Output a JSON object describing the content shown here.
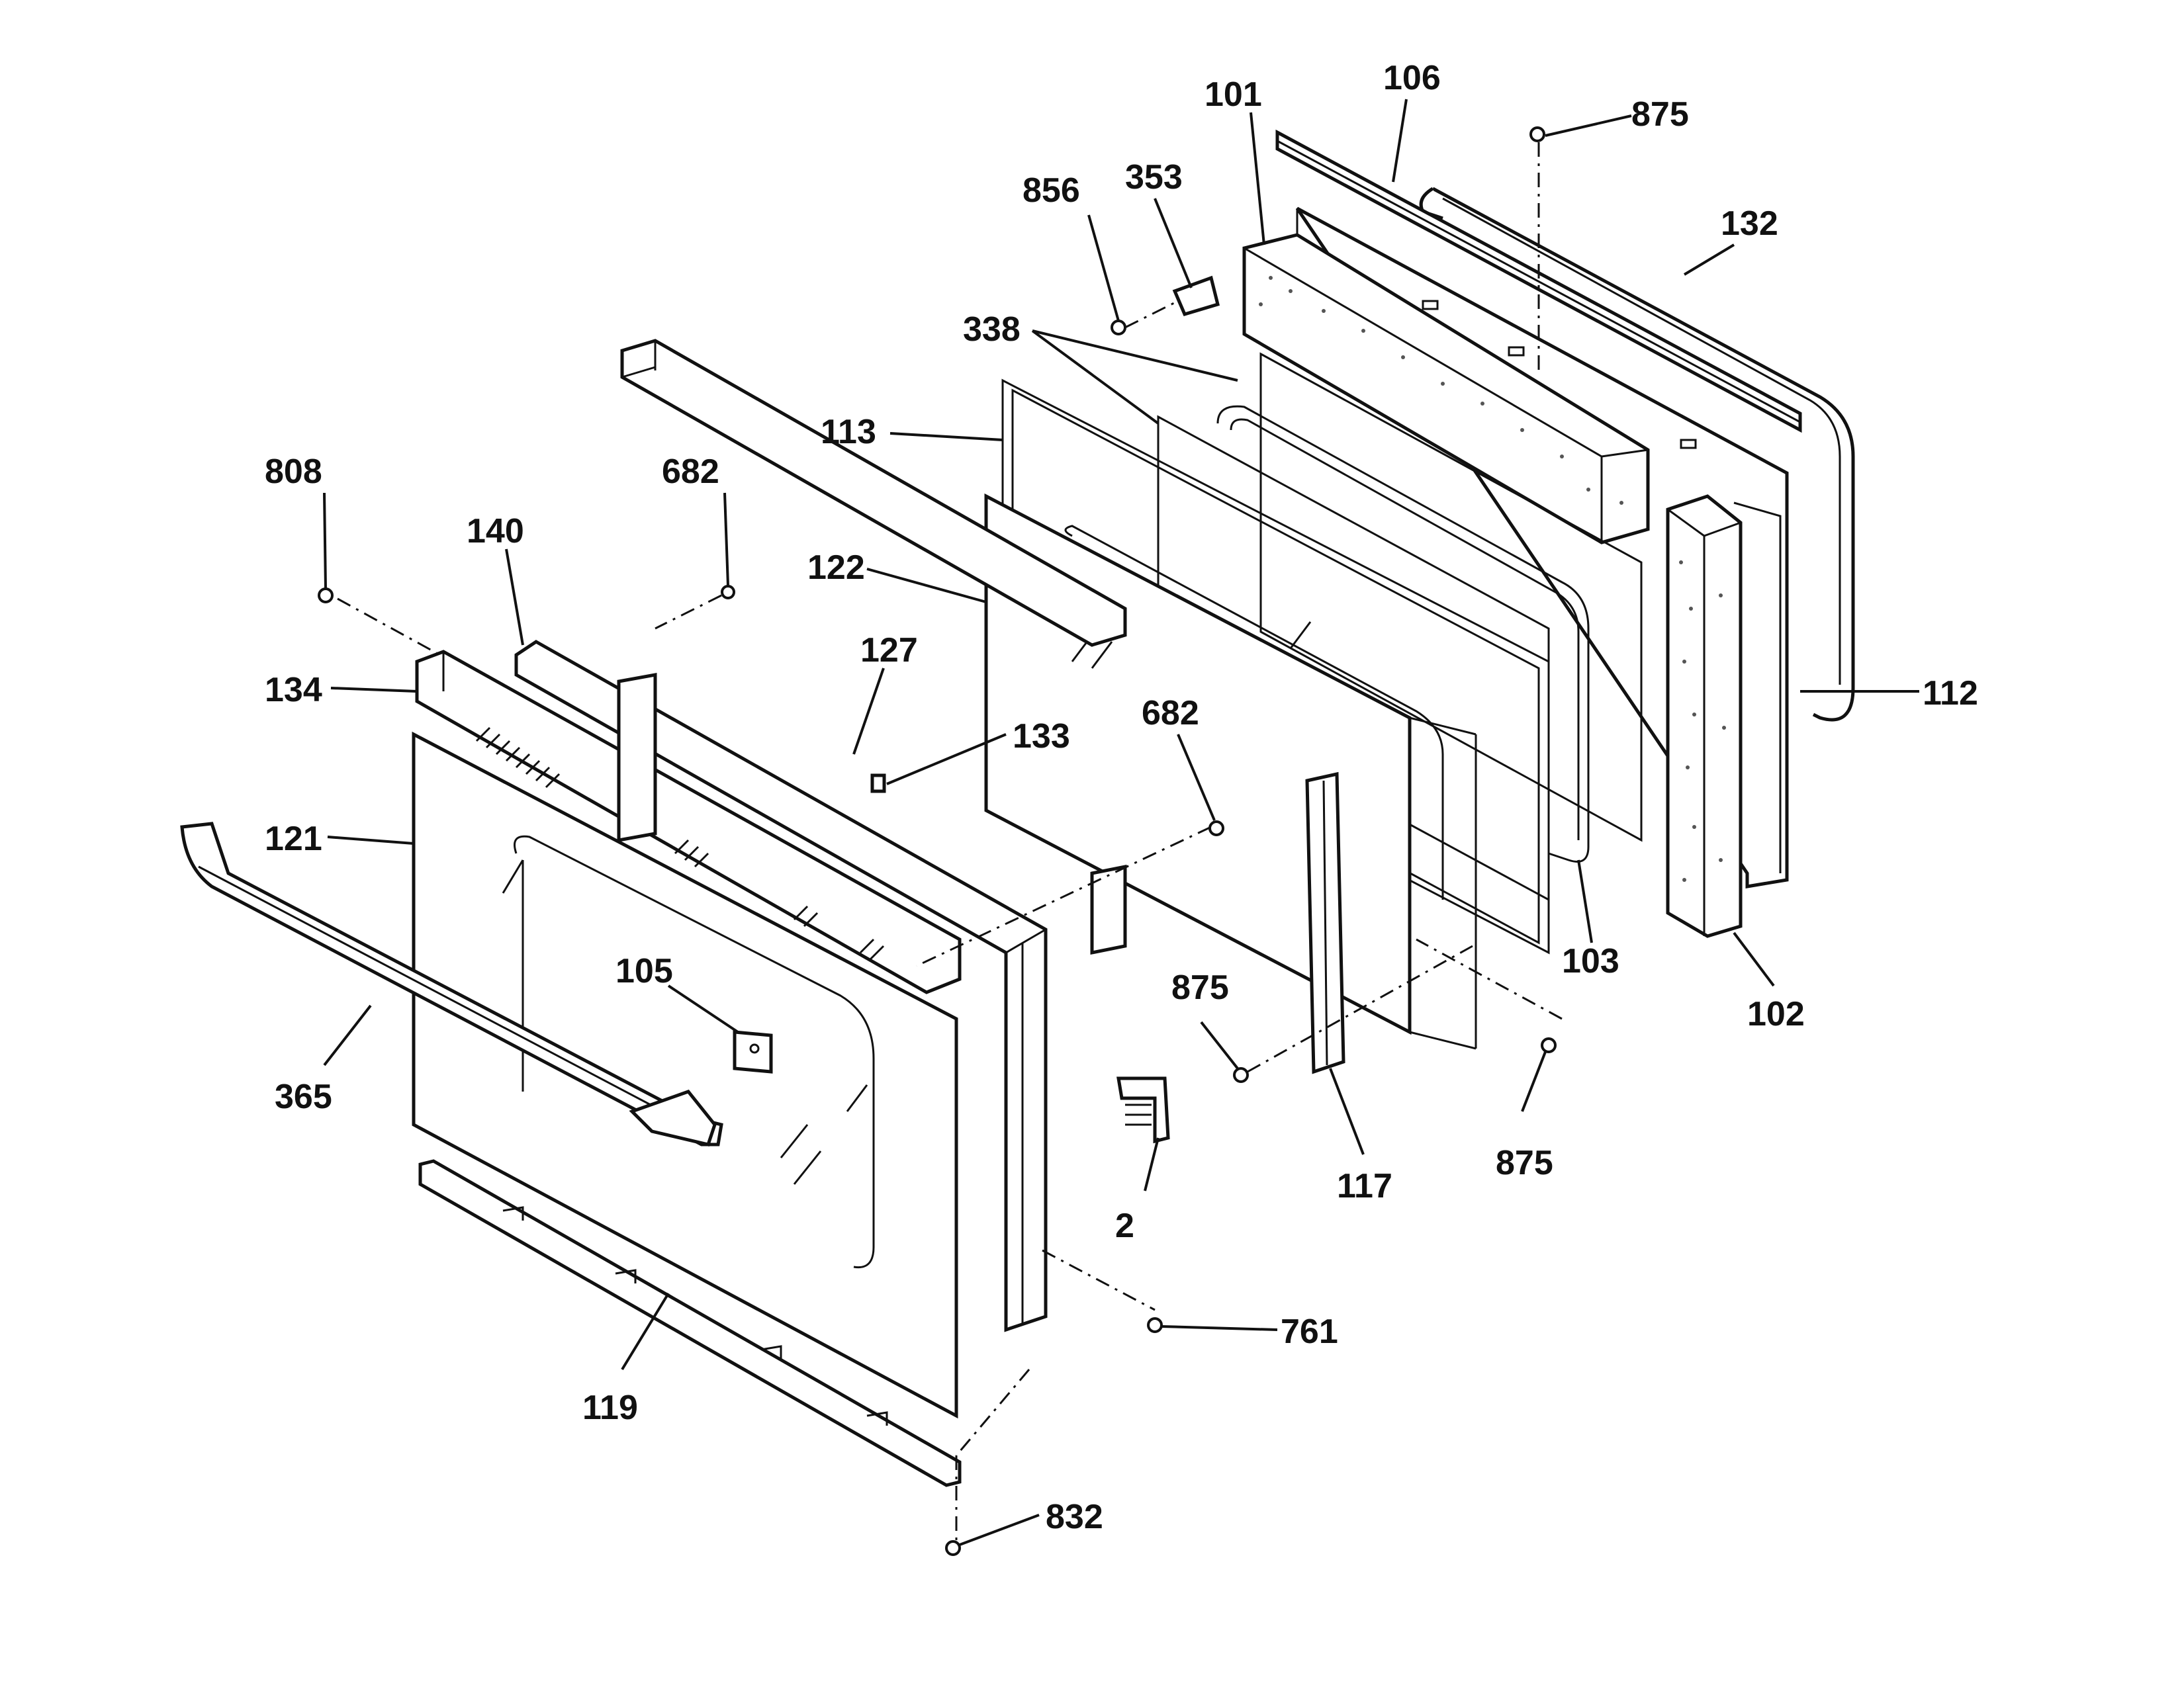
{
  "labels": {
    "p101": "101",
    "p106": "106",
    "p875_top": "875",
    "p132": "132",
    "p856": "856",
    "p353": "353",
    "p338": "338",
    "p113": "113",
    "p808": "808",
    "p682_left": "682",
    "p140": "140",
    "p122": "122",
    "p134": "134",
    "p127": "127",
    "p133": "133",
    "p682_mid": "682",
    "p112": "112",
    "p121": "121",
    "p105": "105",
    "p103": "103",
    "p875_mid": "875",
    "p102": "102",
    "p365": "365",
    "p117": "117",
    "p875_bottom": "875",
    "p2": "2",
    "p761": "761",
    "p119": "119",
    "p832": "832"
  }
}
